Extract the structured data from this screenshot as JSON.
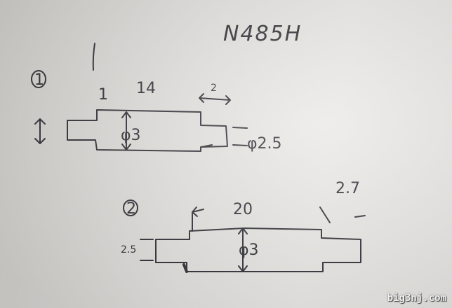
{
  "photo": {
    "model_code": "N485H",
    "part1": {
      "number": "1",
      "dim_left": "1",
      "dim_body_length": "14",
      "dim_right_end": "2",
      "dia_body": "φ3",
      "dia_end": "φ2.5"
    },
    "part2": {
      "number": "2",
      "dim_body_length": "20",
      "dim_right_end": "2.7",
      "dia_body": "φ3",
      "dia_end": "2.5"
    },
    "watermark": "big3nj.com"
  },
  "colors": {
    "ink": "#2a2a30",
    "paper": "#e6e5e2"
  }
}
